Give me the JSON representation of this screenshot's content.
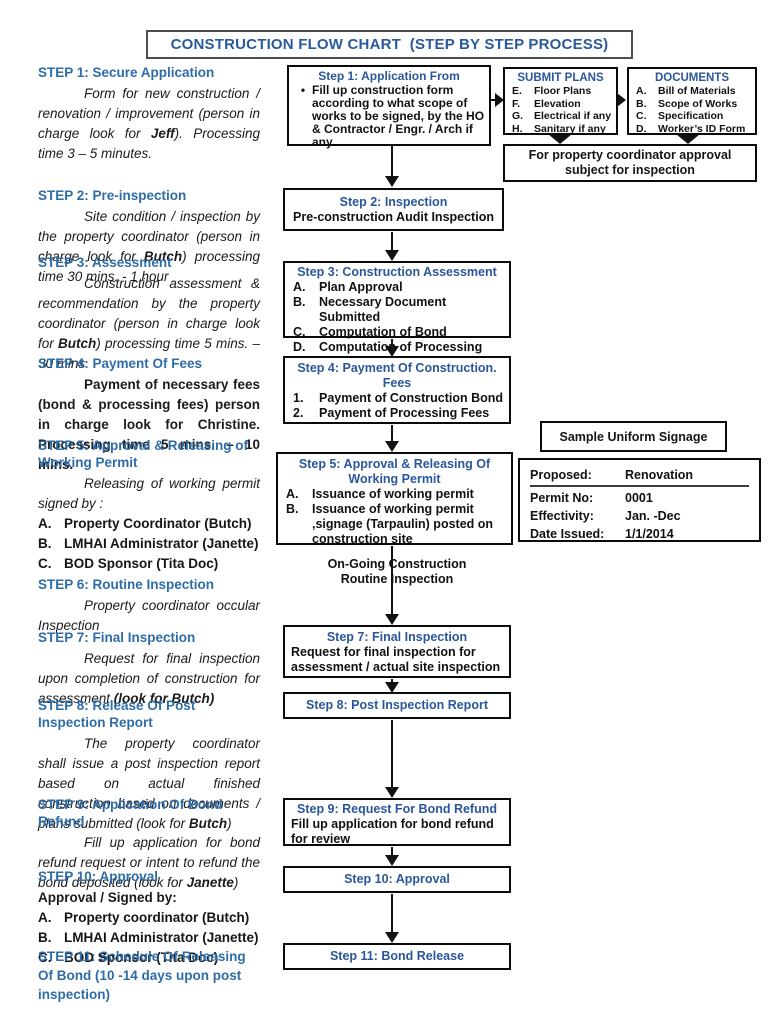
{
  "title": "CONSTRUCTION FLOW CHART  (STEP BY STEP PROCESS)",
  "colors": {
    "heading_blue": "#2e6ca8",
    "box_title_blue": "#2a579b",
    "text_black": "#111111",
    "border_black": "#0a0a0a"
  },
  "left": {
    "steps": [
      {
        "heading": "STEP 1: Secure Application",
        "segments": [
          {
            "t": "Form for new construction / renovation / improvement (person in charge look for "
          },
          {
            "t": "Jeff",
            "b": true
          },
          {
            "t": "). Processing time 3 – 5 minutes."
          }
        ]
      },
      {
        "heading": "STEP 2: Pre-inspection",
        "segments": [
          {
            "t": "Site condition / inspection by the property coordinator (person in charge look for "
          },
          {
            "t": "Butch",
            "b": true
          },
          {
            "t": ") processing time 30 mins. - 1 hour"
          }
        ]
      },
      {
        "heading": "STEP 3: Assessment",
        "segments": [
          {
            "t": "Construction assessment & recommendation by the property coordinator (person in charge look for "
          },
          {
            "t": "Butch",
            "b": true
          },
          {
            "t": ") processing time 5 mins. – 30 mins."
          }
        ]
      },
      {
        "heading": "STEP 4: Payment Of Fees",
        "body": "Payment of necessary fees (bond & processing fees) person in charge look for Christine. Processing time 5 mins. – 10 mins."
      },
      {
        "heading": "STEP 5: Approval & Releasing of Working Permit",
        "intro": "Releasing of working permit signed by :",
        "items": [
          {
            "m": "A.",
            "t": "Property Coordinator (Butch)"
          },
          {
            "m": "B.",
            "t": "LMHAI Administrator (Janette)"
          },
          {
            "m": "C.",
            "t": "BOD Sponsor (Tita Doc)"
          }
        ]
      },
      {
        "heading": "STEP 6: Routine Inspection",
        "body": "Property coordinator occular Inspection"
      },
      {
        "heading": "STEP 7: Final Inspection",
        "segments": [
          {
            "t": "Request for final inspection upon completion of construction for assessment "
          },
          {
            "t": "(look for Butch)",
            "b": true
          }
        ]
      },
      {
        "heading": "STEP 8: Release Of Post Inspection Report",
        "segments": [
          {
            "t": "The property coordinator shall issue a post inspection report based on actual finished construction based on documents / plans submitted (look for "
          },
          {
            "t": "Butch",
            "b": true
          },
          {
            "t": ")"
          }
        ]
      },
      {
        "heading": "STEP 9: Application Of Bond Refund",
        "segments": [
          {
            "t": "Fill up application for bond refund request or intent to refund the bond deposited (look for "
          },
          {
            "t": "Janette",
            "b": true
          },
          {
            "t": ")"
          }
        ]
      },
      {
        "heading": "STEP 10: Approval",
        "body": "Approval / Signed by:",
        "items": [
          {
            "m": "A.",
            "t": "Property coordinator (Butch)"
          },
          {
            "m": "B.",
            "t": "LMHAI Administrator (Janette)"
          },
          {
            "m": "C.",
            "t": "BOD Sponsor (Tita Doc)"
          }
        ]
      },
      {
        "heading": "STEP 11: Schedule Of Releasing Of Bond (10 -14 days upon post inspection)"
      }
    ]
  },
  "flow": {
    "box1": {
      "title": "Step 1: Application From",
      "bullet": "•",
      "text": "Fill up construction form according to what scope of works to be signed, by the HO & Contractor / Engr. / Arch  if any"
    },
    "box2": {
      "title": "Step 2: Inspection",
      "text": "Pre-construction Audit Inspection"
    },
    "box3": {
      "title": "Step 3: Construction Assessment",
      "items": [
        {
          "m": "A.",
          "t": "Plan Approval"
        },
        {
          "m": "B.",
          "t": "Necessary Document Submitted"
        },
        {
          "m": "C.",
          "t": "Computation of Bond"
        },
        {
          "m": "D.",
          "t": "Computation of Processing Fees"
        }
      ]
    },
    "box4": {
      "title": "Step 4: Payment Of Construction. Fees",
      "items": [
        {
          "m": "1.",
          "t": "Payment of Construction Bond"
        },
        {
          "m": "2.",
          "t": "Payment of Processing Fees"
        }
      ]
    },
    "box5": {
      "title": "Step 5: Approval & Releasing Of Working Permit",
      "items": [
        {
          "m": "A.",
          "t": "Issuance of working permit"
        },
        {
          "m": "B.",
          "t": "Issuance of working permit ,signage (Tarpaulin) posted on construction site"
        }
      ]
    },
    "ongoing_line1": "On-Going Construction",
    "ongoing_line2": "Routine Inspection",
    "box7": {
      "title": "Step 7: Final Inspection",
      "text": "Request for final inspection for assessment / actual site inspection"
    },
    "box8": {
      "title": "Step 8: Post Inspection Report"
    },
    "box9": {
      "title": "Step 9: Request For Bond Refund",
      "text": "Fill up application for bond refund for review"
    },
    "box10": {
      "title": "Step 10: Approval"
    },
    "box11": {
      "title": "Step 11: Bond Release"
    }
  },
  "right": {
    "submit_plans": {
      "title": "SUBMIT PLANS",
      "items": [
        {
          "m": "E.",
          "t": "Floor Plans"
        },
        {
          "m": "F.",
          "t": "Elevation"
        },
        {
          "m": "G.",
          "t": "Electrical if any"
        },
        {
          "m": "H.",
          "t": "Sanitary if any"
        }
      ]
    },
    "documents": {
      "title": "DOCUMENTS",
      "items": [
        {
          "m": "A.",
          "t": "Bill of Materials"
        },
        {
          "m": "B.",
          "t": "Scope of Works"
        },
        {
          "m": "C.",
          "t": "Specification"
        },
        {
          "m": "D.",
          "t": "Worker’s ID Form"
        }
      ]
    },
    "approval_note": "For property coordinator approval subject for inspection",
    "signage_title": "Sample Uniform Signage",
    "signage": {
      "rows": [
        {
          "label": "Proposed:",
          "value": "Renovation"
        },
        {
          "label": "Permit No:",
          "value": "0001"
        },
        {
          "label": "Effectivity:",
          "value": "Jan. -Dec"
        },
        {
          "label": "Date Issued:",
          "value": "1/1/2014"
        }
      ]
    }
  }
}
